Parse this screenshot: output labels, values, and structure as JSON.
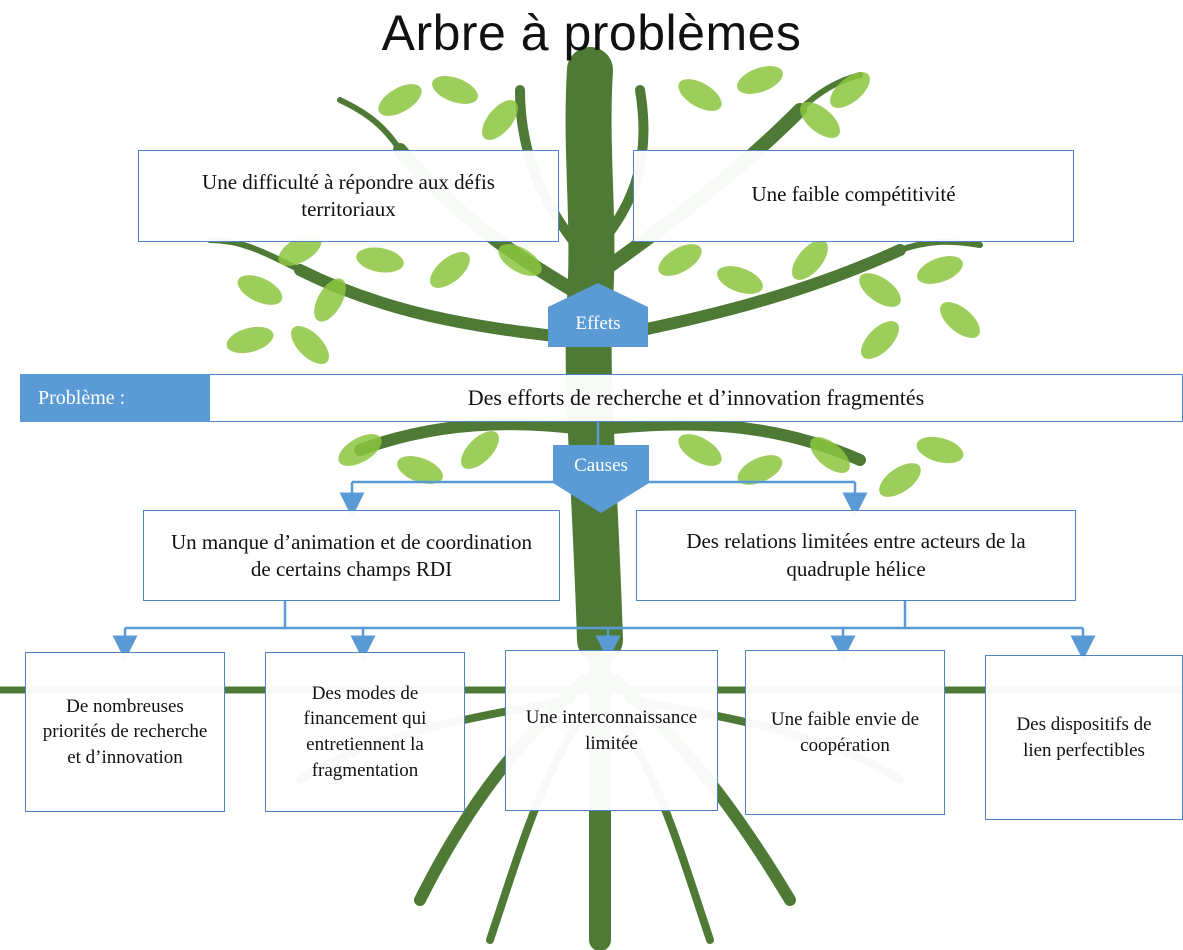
{
  "title": "Arbre à problèmes",
  "effects": {
    "label": "Effets",
    "items": [
      "Une difficulté  à répondre aux défis territoriaux",
      "Une faible  compétitivité"
    ]
  },
  "problem": {
    "label": "Problème :",
    "text": "Des efforts de recherche et d’innovation  fragmentés"
  },
  "causes": {
    "label": "Causes",
    "main": [
      "Un manque  d’animation  et de coordination  de certains champs RDI",
      "Des relations  limitées  entre acteurs de la quadruple  hélice"
    ],
    "sub": [
      "De nombreuses priorités de recherche et d’innovation",
      "Des modes de financement qui entretiennent la fragmentation",
      "Une interconnaissance limitée",
      "Une faible envie de coopération",
      "Des dispositifs de lien perfectibles"
    ]
  },
  "colors": {
    "accent": "#5b9bd5",
    "border": "#4f85c6",
    "trunk": "#4e7a36",
    "leaf": "#8cc63f"
  }
}
